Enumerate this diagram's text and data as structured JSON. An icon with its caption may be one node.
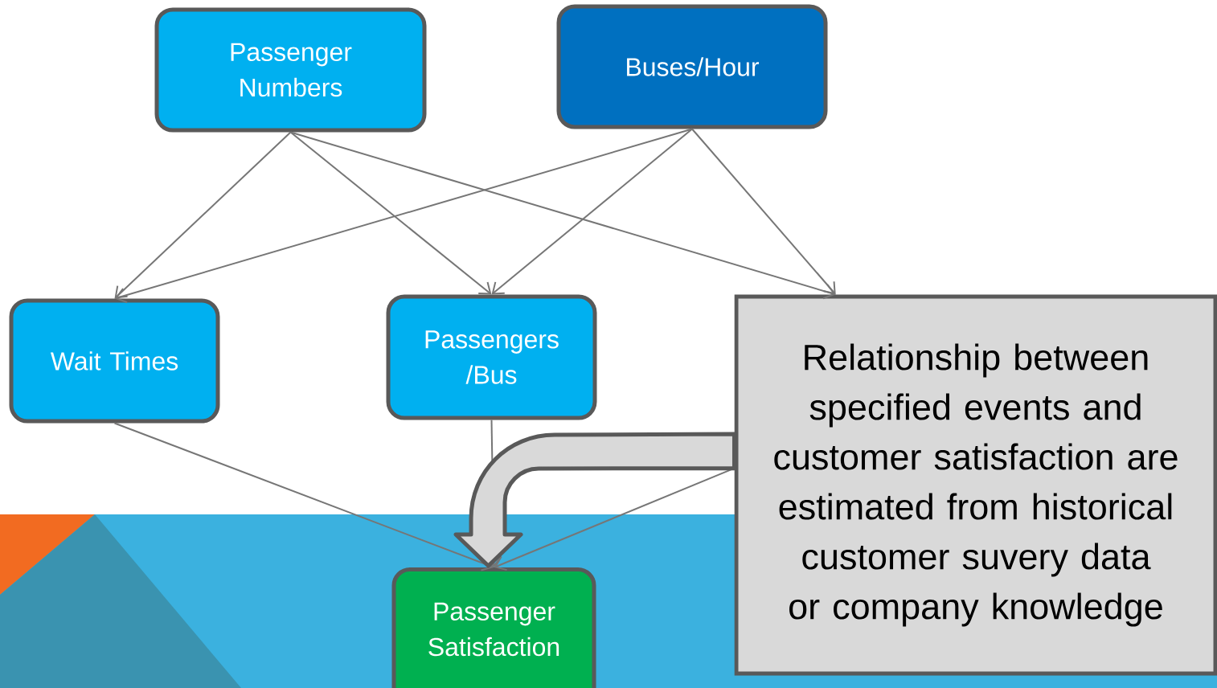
{
  "diagram": {
    "nodes": [
      {
        "text": [
          "Passenger Numbers"
        ]
      },
      {
        "text": [
          "Buses/Hour"
        ]
      },
      {
        "text": [
          "Wait Times"
        ]
      },
      {
        "text": [
          "Passengers /Bus"
        ]
      },
      {
        "text": [
          "Relationship between specified events and customer satisfaction are estimated from historical customer suvery data or company knowledge"
        ]
      },
      {
        "text": [
          "Passenger Satisfaction"
        ]
      }
    ],
    "edges": [
      {
        "from": 0,
        "to": 2,
        "arrow": "to"
      },
      {
        "from": 0,
        "to": 3,
        "arrow": "to"
      },
      {
        "from": 0,
        "to": 4,
        "arrow": "to"
      },
      {
        "from": 1,
        "to": 2,
        "arrow": "to"
      },
      {
        "from": 1,
        "to": 3,
        "arrow": "to"
      },
      {
        "from": 1,
        "to": 4,
        "arrow": "to"
      },
      {
        "from": 2,
        "to": 5,
        "arrow": "to"
      },
      {
        "from": 3,
        "to": 5,
        "arrow": "to"
      },
      {
        "from": 4,
        "to": 5,
        "arrow": "to"
      },
      {
        "from": 4,
        "to": 5,
        "arrow": "to",
        "style": "thick",
        "color": "#d9d9d9"
      }
    ]
  }
}
